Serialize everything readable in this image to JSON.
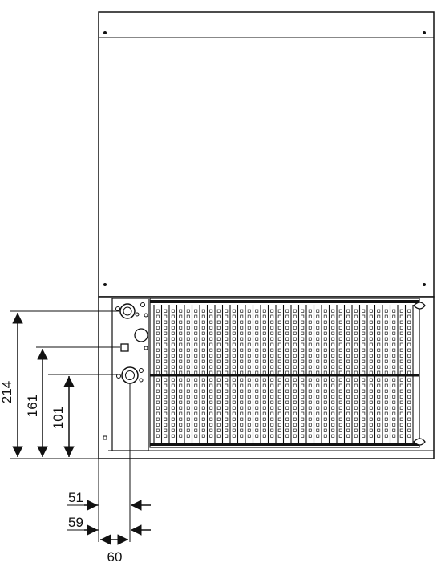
{
  "dimensions": {
    "height_outer": "214",
    "height_middle": "161",
    "height_inner": "101",
    "offset_a": "51",
    "offset_b": "59",
    "width_c": "60"
  }
}
